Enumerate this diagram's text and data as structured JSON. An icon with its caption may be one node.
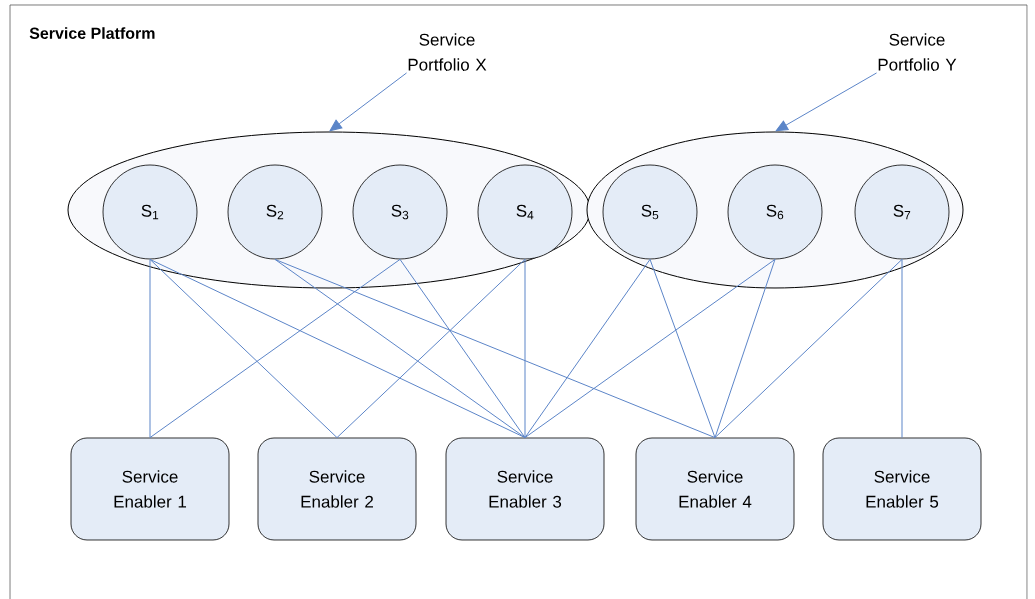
{
  "diagram": {
    "nodes": [
      {
        "text": [
          "Service Platform"
        ]
      },
      {
        "text": [
          "Service Portfolio X"
        ],
        "in": 0
      },
      {
        "text": [
          "Service Portfolio Y"
        ],
        "in": 0
      },
      {
        "text": [],
        "shape": "ellipse",
        "in": 0
      },
      {
        "text": [],
        "shape": "ellipse",
        "in": 0
      },
      {
        "text": [
          "S$_{1}$"
        ],
        "in": 3
      },
      {
        "text": [
          "S$_{2}$"
        ],
        "in": 3
      },
      {
        "text": [
          "S$_{3}$"
        ],
        "in": 3
      },
      {
        "text": [
          "S$_{4}$"
        ],
        "in": 3
      },
      {
        "text": [
          "S$_{5}$"
        ],
        "in": 4
      },
      {
        "text": [
          "S$_{6}$"
        ],
        "in": 4
      },
      {
        "text": [
          "S$_{7}$"
        ],
        "in": 4
      },
      {
        "text": [
          "Service Enabler 1"
        ],
        "in": 0
      },
      {
        "text": [
          "Service Enabler 2"
        ],
        "in": 0
      },
      {
        "text": [
          "Service Enabler 3"
        ],
        "in": 0
      },
      {
        "text": [
          "Service Enabler 4"
        ],
        "in": 0
      },
      {
        "text": [
          "Service Enabler 5"
        ],
        "in": 0
      }
    ],
    "edges": [
      {
        "from": 1,
        "to": 3,
        "arrow": "to"
      },
      {
        "from": 2,
        "to": 4,
        "arrow": "to"
      },
      {
        "from": 5,
        "to": 12,
        "arrow": "none"
      },
      {
        "from": 5,
        "to": 13,
        "arrow": "none"
      },
      {
        "from": 5,
        "to": 14,
        "arrow": "none"
      },
      {
        "from": 6,
        "to": 14,
        "arrow": "none"
      },
      {
        "from": 6,
        "to": 15,
        "arrow": "none"
      },
      {
        "from": 7,
        "to": 12,
        "arrow": "none"
      },
      {
        "from": 7,
        "to": 14,
        "arrow": "none"
      },
      {
        "from": 8,
        "to": 13,
        "arrow": "none"
      },
      {
        "from": 8,
        "to": 14,
        "arrow": "none"
      },
      {
        "from": 9,
        "to": 14,
        "arrow": "none"
      },
      {
        "from": 9,
        "to": 15,
        "arrow": "none"
      },
      {
        "from": 10,
        "to": 14,
        "arrow": "none"
      },
      {
        "from": 10,
        "to": 15,
        "arrow": "none"
      },
      {
        "from": 11,
        "to": 15,
        "arrow": "none"
      },
      {
        "from": 11,
        "to": 16,
        "arrow": "none"
      }
    ]
  }
}
